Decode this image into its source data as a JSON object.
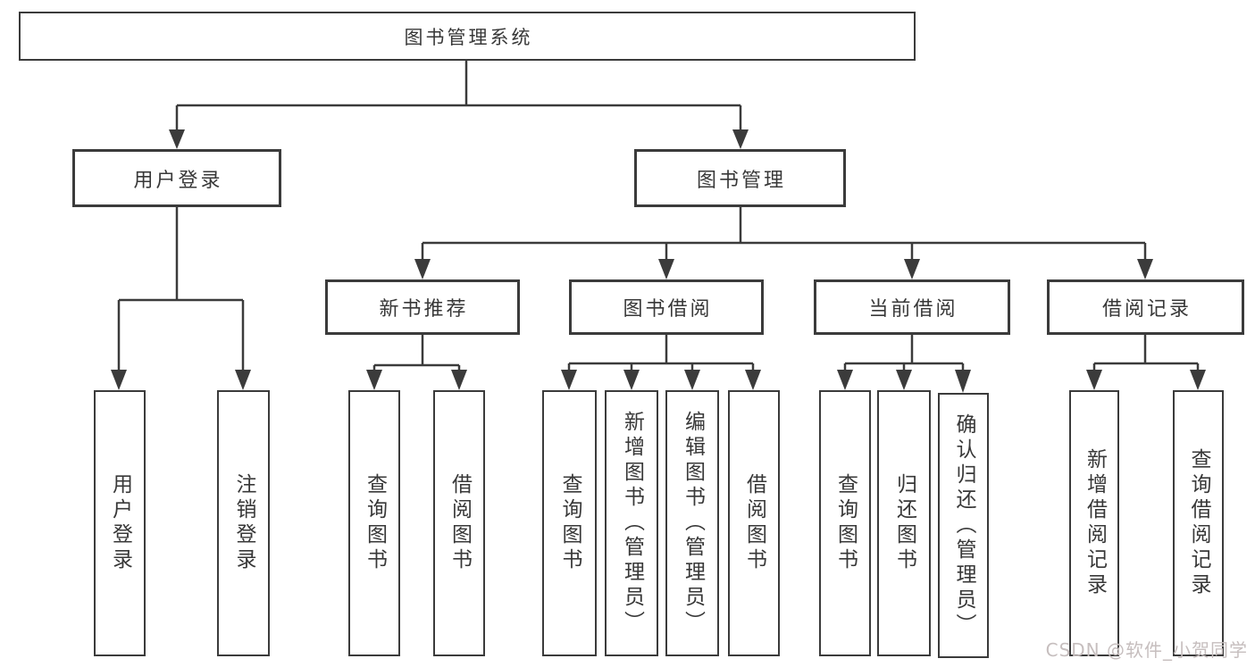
{
  "tree": {
    "label": "图书管理系统",
    "children": [
      {
        "label": "用户登录",
        "children": [
          {
            "label": "用户登录"
          },
          {
            "label": "注销登录"
          }
        ]
      },
      {
        "label": "图书管理",
        "children": [
          {
            "label": "新书推荐",
            "children": [
              {
                "label": "查询图书"
              },
              {
                "label": "借阅图书"
              }
            ]
          },
          {
            "label": "图书借阅",
            "children": [
              {
                "label": "查询图书"
              },
              {
                "label": "新增图书（管理员）"
              },
              {
                "label": "编辑图书（管理员）"
              },
              {
                "label": "借阅图书"
              }
            ]
          },
          {
            "label": "当前借阅",
            "children": [
              {
                "label": "查询图书"
              },
              {
                "label": "归还图书"
              },
              {
                "label": "确认归还（管理员）"
              }
            ]
          },
          {
            "label": "借阅记录",
            "children": [
              {
                "label": "新增借阅记录"
              },
              {
                "label": "查询借阅记录"
              }
            ]
          }
        ]
      }
    ]
  },
  "watermark": {
    "text": "CSDN @软件_小贺同学"
  },
  "colors": {
    "line": "#3b3b3b",
    "box_border": "#3b3b3b",
    "background": "#ffffff",
    "watermark": "#c6bebe"
  }
}
